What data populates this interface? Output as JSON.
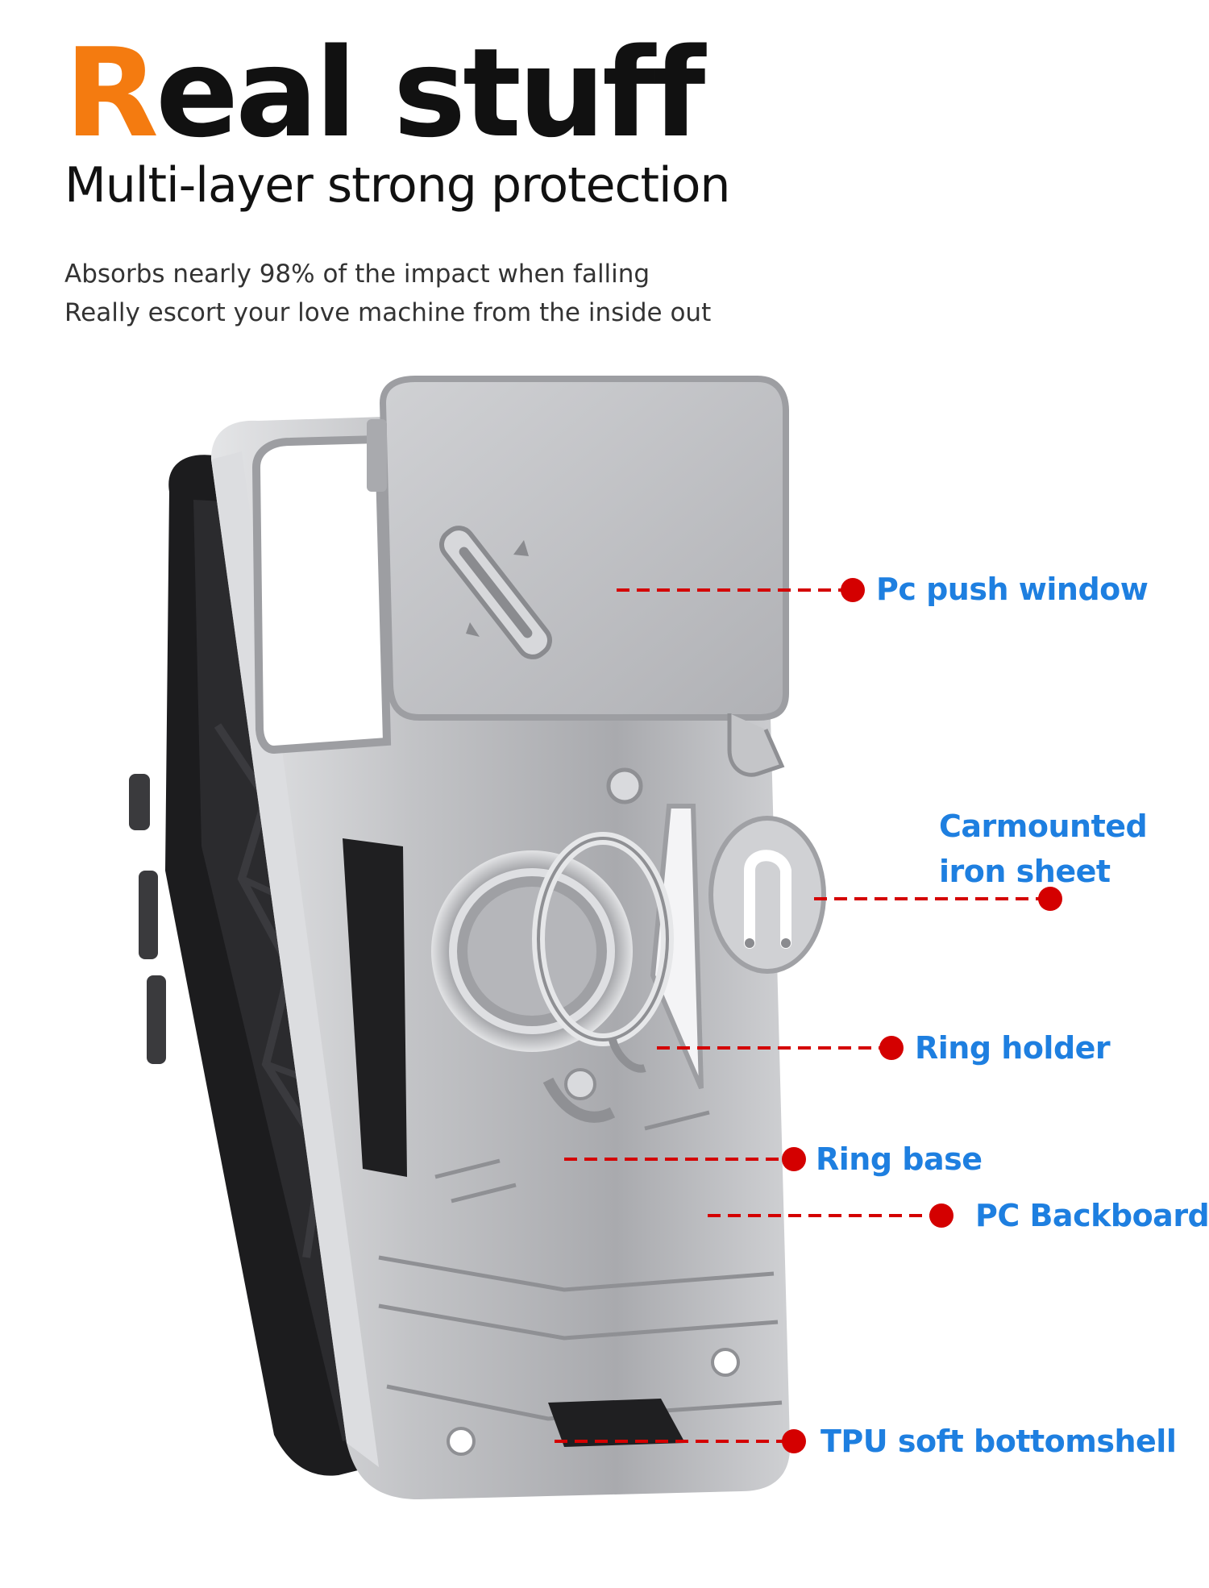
{
  "header": {
    "title_first_letter": "R",
    "title_rest": "eal stuff",
    "subtitle": "Multi-layer strong protection",
    "description_lines": [
      "Absorbs nearly 98% of the impact when falling",
      "Really escort your love machine from the inside out"
    ]
  },
  "callouts": [
    {
      "id": "pc-push-window",
      "label": "Pc push window"
    },
    {
      "id": "carmounted-iron-sheet",
      "label_line1": "Carmounted",
      "label_line2": "iron sheet"
    },
    {
      "id": "ring-holder",
      "label": "Ring holder"
    },
    {
      "id": "ring-base",
      "label": "Ring base"
    },
    {
      "id": "pc-backboard",
      "label": "PC Backboard"
    },
    {
      "id": "tpu-soft-bottomshell",
      "label": "TPU soft bottomshell"
    }
  ],
  "colors": {
    "accent": "#f47b10",
    "title": "#111111",
    "label": "#1e7fe0",
    "pointer": "#d40000",
    "case_silver": "#b8b9bc",
    "case_dark": "#1c1c1e"
  }
}
